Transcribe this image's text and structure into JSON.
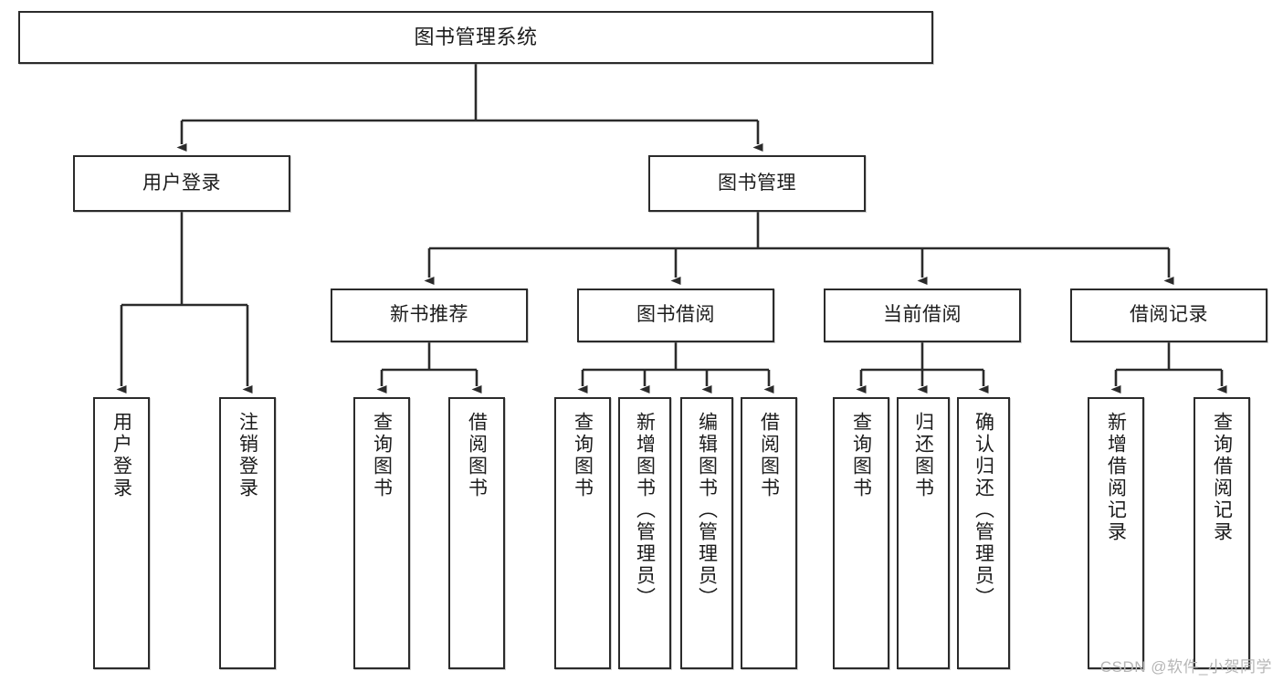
{
  "diagram": {
    "title": "图书管理系统",
    "type": "tree",
    "watermark": "CSDN @软件_小贺同学",
    "root": {
      "id": "root",
      "label": "图书管理系统"
    },
    "level2": [
      {
        "id": "user-login",
        "label": "用户登录"
      },
      {
        "id": "book-management",
        "label": "图书管理"
      }
    ],
    "level3": [
      {
        "id": "new-book-recommend",
        "label": "新书推荐"
      },
      {
        "id": "book-borrow",
        "label": "图书借阅"
      },
      {
        "id": "current-borrow",
        "label": "当前借阅"
      },
      {
        "id": "borrow-record",
        "label": "借阅记录"
      }
    ],
    "leaves": {
      "user_login": [
        {
          "id": "leaf-user-login",
          "label": "用户登录"
        },
        {
          "id": "leaf-user-logout",
          "label": "注销登录"
        }
      ],
      "new_book_recommend": [
        {
          "id": "leaf-query-book-1",
          "label": "查询图书"
        },
        {
          "id": "leaf-borrow-book-1",
          "label": "借阅图书"
        }
      ],
      "book_borrow": [
        {
          "id": "leaf-query-book-2",
          "label": "查询图书"
        },
        {
          "id": "leaf-add-book",
          "label": "新增图书（管理员）"
        },
        {
          "id": "leaf-edit-book",
          "label": "编辑图书（管理员）"
        },
        {
          "id": "leaf-borrow-book-2",
          "label": "借阅图书"
        }
      ],
      "current_borrow": [
        {
          "id": "leaf-query-book-3",
          "label": "查询图书"
        },
        {
          "id": "leaf-return-book",
          "label": "归还图书"
        },
        {
          "id": "leaf-confirm-return",
          "label": "确认归还（管理员）"
        }
      ],
      "borrow_record": [
        {
          "id": "leaf-add-record",
          "label": "新增借阅记录"
        },
        {
          "id": "leaf-query-record",
          "label": "查询借阅记录"
        }
      ]
    },
    "colors": {
      "stroke": "#2b2b2b",
      "background": "#ffffff",
      "text": "#1c1c1c",
      "watermark": "#b6b6b6"
    }
  }
}
